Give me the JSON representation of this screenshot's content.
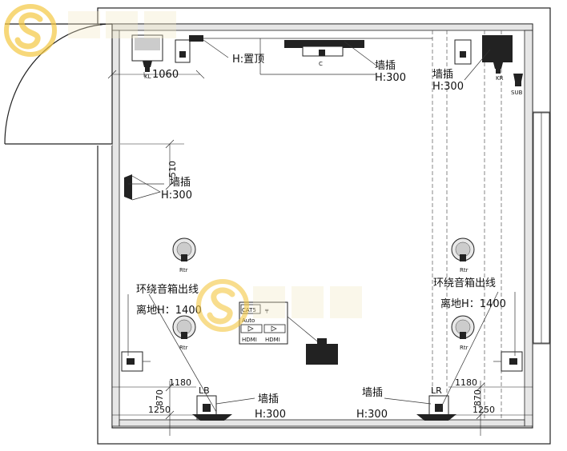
{
  "labels": {
    "ceiling_height": "H:置顶",
    "outlet": "墙插",
    "h300": "H:300",
    "surround_line": "环绕音箱出线",
    "surround_height": "离地H：1400",
    "cat5": "CAT5",
    "auto": "Auto",
    "hdmi": "HDMI"
  },
  "speakers": {
    "kl": "KL",
    "c": "C",
    "kr": "KR",
    "sub": "SUB",
    "rtr": "Rtr",
    "lb": "LB",
    "lr": "LR"
  },
  "dimensions": {
    "d1060": "1060",
    "d510": "510",
    "d1180": "1180",
    "d870": "870",
    "d1250": "1250"
  },
  "colors": {
    "watermark": "#f5c842",
    "ink": "#222222"
  },
  "icons": {
    "speaker": "speaker-icon",
    "subwoofer": "subwoofer-icon",
    "receiver": "receiver-icon"
  }
}
